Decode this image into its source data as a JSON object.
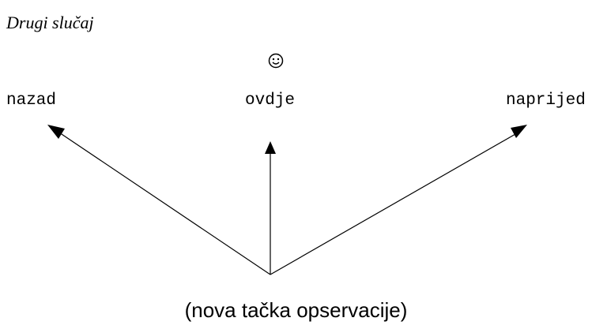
{
  "title": "Drugi slučaj",
  "labels": {
    "back": "nazad",
    "here": "ovdje",
    "forward": "naprijed"
  },
  "observer_icon": "smiley-face-icon",
  "caption": "(nova tačka opservacije)",
  "colors": {
    "ink": "#000000",
    "background": "#ffffff"
  }
}
